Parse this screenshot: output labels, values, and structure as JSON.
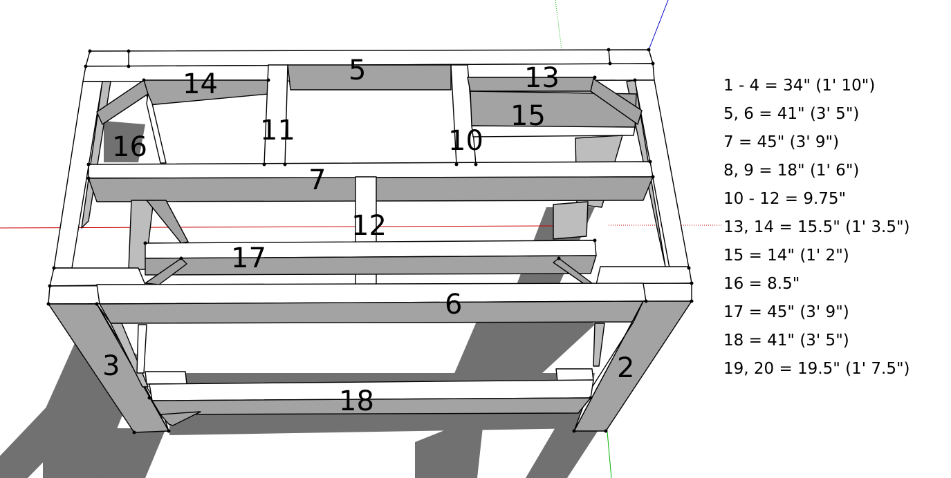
{
  "part_labels": {
    "p2": "2",
    "p3": "3",
    "p5": "5",
    "p6": "6",
    "p7": "7",
    "p10": "10",
    "p11": "11",
    "p12": "12",
    "p13": "13",
    "p14": "14",
    "p15": "15",
    "p16": "16",
    "p17": "17",
    "p18": "18"
  },
  "cut_list": [
    "1 - 4 = 34\" (1' 10\")",
    "5, 6 = 41\" (3' 5\")",
    "7 = 45\" (3' 9\")",
    "8, 9 = 18\" (1' 6\")",
    "10 - 12 = 9.75\"",
    "13, 14 = 15.5\" (1' 3.5\")",
    "15 = 14\" (1' 2\")",
    "16 = 8.5\"",
    "17 = 45\" (3' 9\")",
    "18 = 41\" (3' 5\")",
    "19, 20 = 19.5\" (1' 7.5\")"
  ],
  "colors": {
    "axis_red": "#cc0000",
    "axis_green": "#00b000",
    "axis_blue": "#0000cc",
    "shadow": "#717171",
    "board_face": "#a3a3a3"
  }
}
